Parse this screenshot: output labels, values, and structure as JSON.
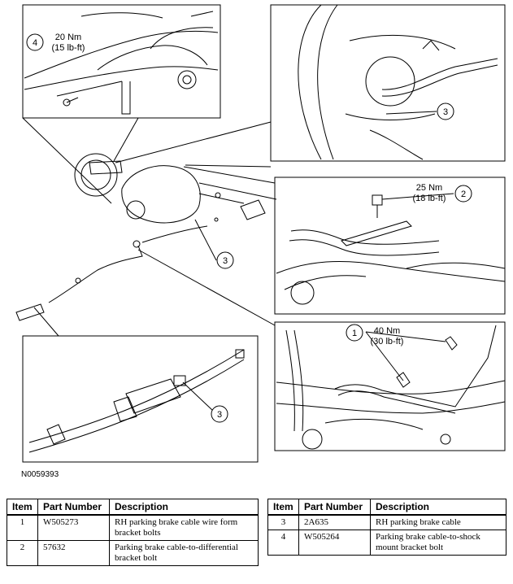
{
  "callouts": {
    "c4": {
      "num": "4",
      "line1": "20 Nm",
      "line2": "(15 lb-ft)"
    },
    "c3a": {
      "num": "3"
    },
    "c2": {
      "num": "2",
      "line1": "25 Nm",
      "line2": "(18 lb-ft)"
    },
    "c3b": {
      "num": "3"
    },
    "c1": {
      "num": "1",
      "line1": "40 Nm",
      "line2": "(30 lb-ft)"
    },
    "c3c": {
      "num": "3"
    }
  },
  "figure_id": "N0059393",
  "table_headers": {
    "item": "Item",
    "part": "Part Number",
    "desc": "Description"
  },
  "parts_left": [
    {
      "item": "1",
      "part": "W505273",
      "desc": "RH parking brake cable wire form bracket bolts"
    },
    {
      "item": "2",
      "part": "57632",
      "desc": "Parking brake cable-to-differential bracket bolt"
    }
  ],
  "parts_right": [
    {
      "item": "3",
      "part": "2A635",
      "desc": "RH parking brake cable"
    },
    {
      "item": "4",
      "part": "W505264",
      "desc": "Parking brake cable-to-shock mount bracket bolt"
    }
  ]
}
